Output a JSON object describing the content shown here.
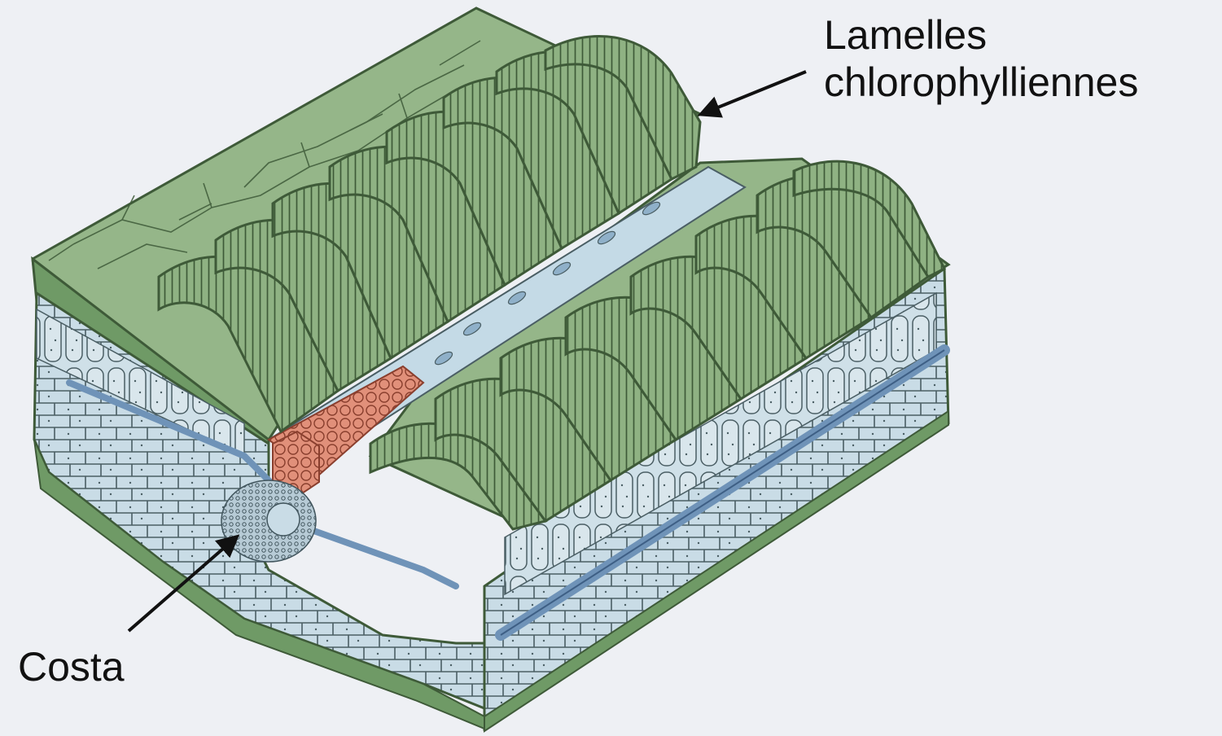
{
  "labels": {
    "lamelles_line1": "Lamelles",
    "lamelles_line2": "chlorophylliennes",
    "costa": "Costa"
  },
  "colors": {
    "background": "#eef0f4",
    "lamella_green": "#8fb283",
    "lamella_dark": "#3e5a38",
    "tissue_blue": "#c9dce6",
    "cell_outline": "#4a5e64",
    "vascular_orange": "#e1907a",
    "vein_blue": "#6f93b8",
    "label_text": "#111111"
  }
}
